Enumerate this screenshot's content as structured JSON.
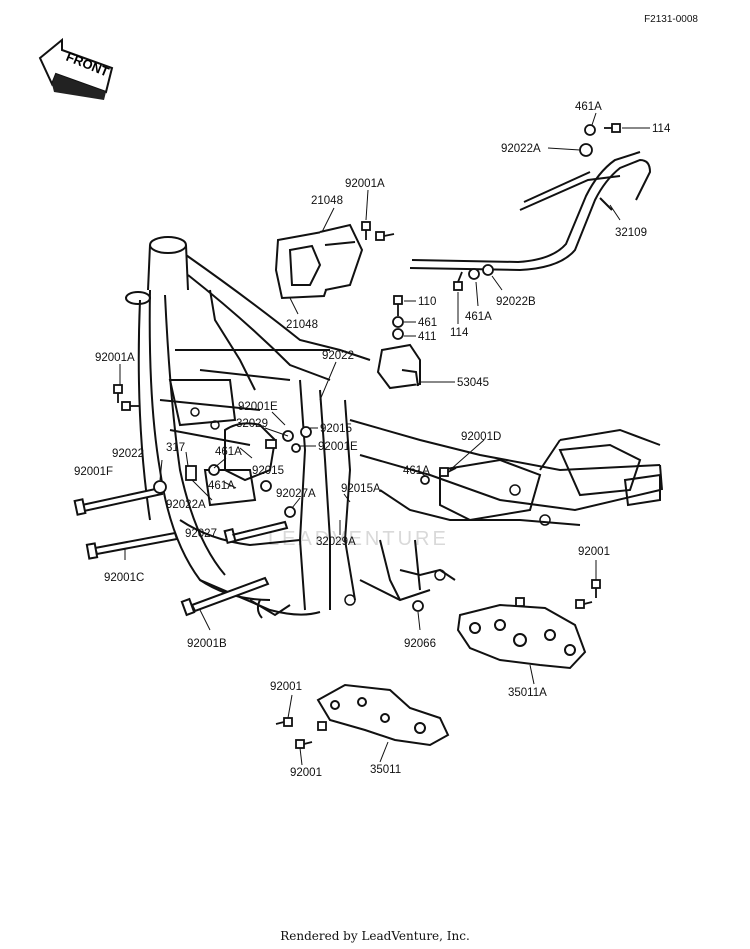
{
  "diagram_code": "F2131-0008",
  "front_arrow_label": "FRONT",
  "watermark": "LEADVENTURE",
  "footer": "Rendered by LeadVenture, Inc.",
  "labels": {
    "l461a_top": "461A",
    "l114_top": "114",
    "l92022a_top": "92022A",
    "l92001a_top": "92001A",
    "l21048_top": "21048",
    "l21048_bot": "21048",
    "l32109": "32109",
    "l92022b": "92022B",
    "l461a_mid": "461A",
    "l114_mid": "114",
    "l110": "110",
    "l461": "461",
    "l411": "411",
    "l53045": "53045",
    "l92001a_left": "92001A",
    "l92022_mid": "92022",
    "l92001e_a": "92001E",
    "l32029": "32029",
    "l92015_a": "92015",
    "l92001e_b": "92001E",
    "l461a_left": "461A",
    "l317": "317",
    "l92022_left": "92022",
    "l92001f": "92001F",
    "l461a_low": "461A",
    "l92015_b": "92015",
    "l92022a_low": "92022A",
    "l92027a": "92027A",
    "l92015a": "92015A",
    "l92027": "92027",
    "l32029a": "32029A",
    "l92001d": "92001D",
    "l461a_right": "461A",
    "l92001c": "92001C",
    "l92001_right": "92001",
    "l92001b": "92001B",
    "l92066": "92066",
    "l35011a": "35011A",
    "l92001_bot_a": "92001",
    "l92001_bot_b": "92001",
    "l35011": "35011"
  }
}
